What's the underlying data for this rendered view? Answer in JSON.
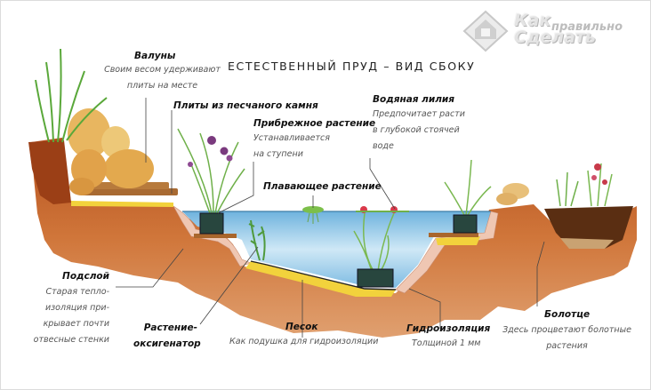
{
  "title": "ЕСТЕСТВЕННЫЙ ПРУД – ВИД СБОКУ",
  "logo": {
    "icon": "house-diamond-icon",
    "line1": "Как",
    "line1_suffix": "правильно",
    "line2": "Сделать"
  },
  "labels": {
    "boulders": {
      "title": "Валуны",
      "desc": [
        "Своим весом удерживают",
        "плиты на месте"
      ]
    },
    "slabs": {
      "title": "Плиты из песчаного камня"
    },
    "marginal_plant": {
      "title": "Прибрежное растение",
      "desc": [
        "Устанавливается",
        "на ступени"
      ]
    },
    "floating_plant": {
      "title": "Плавающее растение"
    },
    "water_lily": {
      "title": "Водяная лилия",
      "desc": [
        "Предпочитает расти",
        "в глубокой стоячей",
        "воде"
      ]
    },
    "underlay": {
      "title": "Подслой",
      "desc": [
        "Старая тепло-",
        "изоляция при-",
        "крывает почти",
        "отвесные стенки"
      ]
    },
    "oxygenator": {
      "title": [
        "Растение-",
        "оксигенатор"
      ]
    },
    "sand": {
      "title": "Песок",
      "desc": [
        "Как подушка для гидроизоляции"
      ]
    },
    "liner": {
      "title": "Гидроизоляция",
      "desc": [
        "Толщиной 1 мм"
      ]
    },
    "bog": {
      "title": "Болотце",
      "desc": [
        "Здесь процветают болотные",
        "растения"
      ]
    }
  },
  "colors": {
    "soil": "#c8652a",
    "soil_dark": "#9b3f16",
    "water": "#8fc6e6",
    "sand": "#f2d23c",
    "underlay": "#efc7b3",
    "stone": "#e8b660",
    "plant": "#5aa83a",
    "iris": "#7a3a7e"
  }
}
